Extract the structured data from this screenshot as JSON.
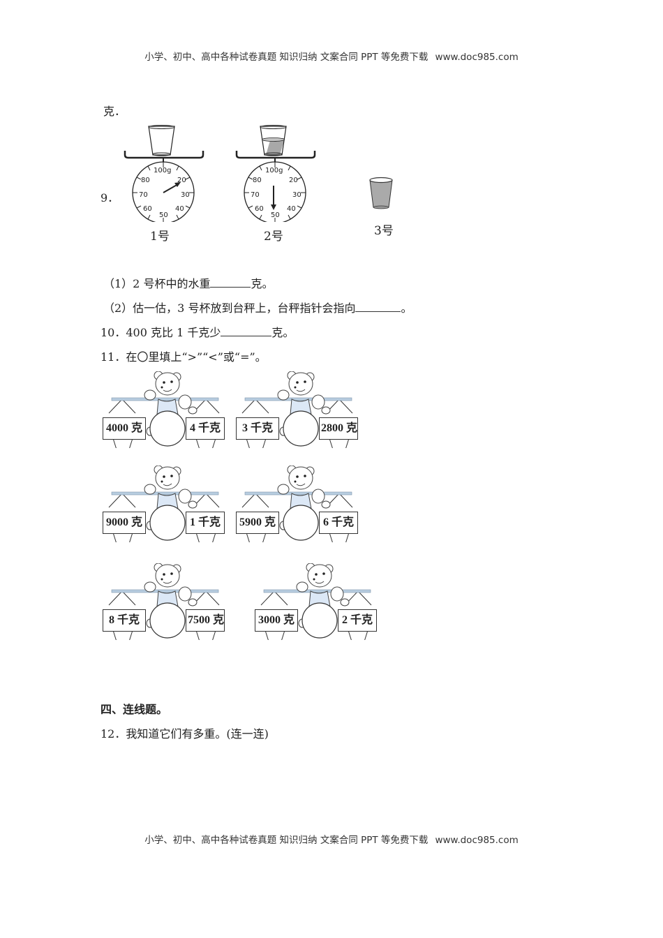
{
  "header": {
    "text": "小学、初中、高中各种试卷真题 知识归纳 文案合同 PPT 等免费下载",
    "url": "www.doc985.com"
  },
  "footer": {
    "text": "小学、初中、高中各种试卷真题 知识归纳 文案合同 PPT 等免费下载",
    "url": "www.doc985.com"
  },
  "prev_tail": "克．",
  "q9": {
    "number": "9．",
    "scales": [
      {
        "label": "1号",
        "dial_top": "100g",
        "ticks": [
          "20",
          "30",
          "40",
          "50",
          "60",
          "70",
          "80"
        ],
        "pointer_to": "20",
        "cup": "empty"
      },
      {
        "label": "2号",
        "dial_top": "100g",
        "ticks": [
          "20",
          "30",
          "40",
          "50",
          "60",
          "70",
          "80"
        ],
        "pointer_to": "50",
        "cup": "half-water"
      }
    ],
    "cup3_label": "3号",
    "sub1": {
      "prefix": "（1）2 号杯中的水重",
      "suffix": "克。"
    },
    "sub2": {
      "prefix": "（2）估一估，3 号杯放到台秤上，台秤指针会指向",
      "suffix": "。"
    }
  },
  "q10": {
    "prefix": "10．400 克比 1 千克少",
    "suffix": "克。"
  },
  "q11": {
    "text": "11．在〇里填上“>”“<”或“=”。",
    "pairs": [
      {
        "left": "4000 克",
        "right": "4 千克"
      },
      {
        "left": "3 千克",
        "right": "2800 克"
      },
      {
        "left": "9000 克",
        "right": "1 千克"
      },
      {
        "left": "5900 克",
        "right": "6 千克"
      },
      {
        "left": "8 千克",
        "right": "7500 克"
      },
      {
        "left": "3000 克",
        "right": "2 千克"
      }
    ]
  },
  "section4": {
    "title": "四、连线题。"
  },
  "q12": {
    "text": "12．我知道它们有多重。(连一连)"
  },
  "colors": {
    "beam": "#b8cde0",
    "vest": "#dce8f6",
    "water": "#a8a8a8",
    "text": "#222222"
  }
}
